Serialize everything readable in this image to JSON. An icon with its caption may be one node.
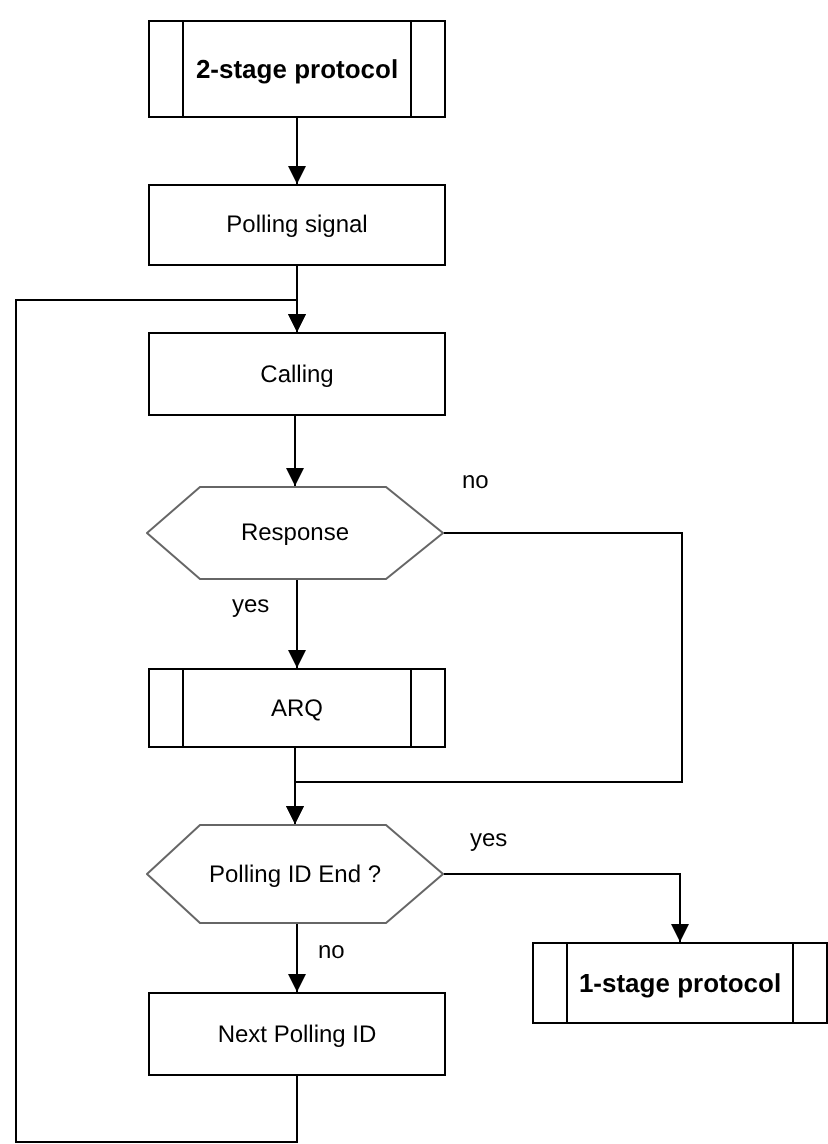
{
  "diagram": {
    "nodes": [
      {
        "text": [
          "2-stage protocol"
        ]
      },
      {
        "text": [
          "Polling signal"
        ]
      },
      {
        "text": [
          "Calling"
        ]
      },
      {
        "text": [
          "Response"
        ]
      },
      {
        "text": [
          "ARQ"
        ]
      },
      {
        "text": [
          "Polling ID End ?"
        ]
      },
      {
        "text": [
          "1-stage protocol"
        ]
      },
      {
        "text": [
          "Next Polling ID"
        ]
      }
    ],
    "edges": [
      {
        "from": 0,
        "to": 1,
        "arrow": "to"
      },
      {
        "from": 1,
        "to": 2,
        "arrow": "to"
      },
      {
        "from": 2,
        "to": 3,
        "arrow": "to"
      },
      {
        "from": 3,
        "to": 4,
        "arrow": "to",
        "label": "yes"
      },
      {
        "from": 4,
        "to": 5,
        "arrow": "to"
      },
      {
        "from": 3,
        "to": 5,
        "arrow": "to",
        "label": "no"
      },
      {
        "from": 5,
        "to": 6,
        "arrow": "to",
        "label": "yes"
      },
      {
        "from": 5,
        "to": 7,
        "arrow": "to",
        "label": "no"
      },
      {
        "from": 7,
        "to": 2,
        "arrow": "to"
      }
    ]
  }
}
